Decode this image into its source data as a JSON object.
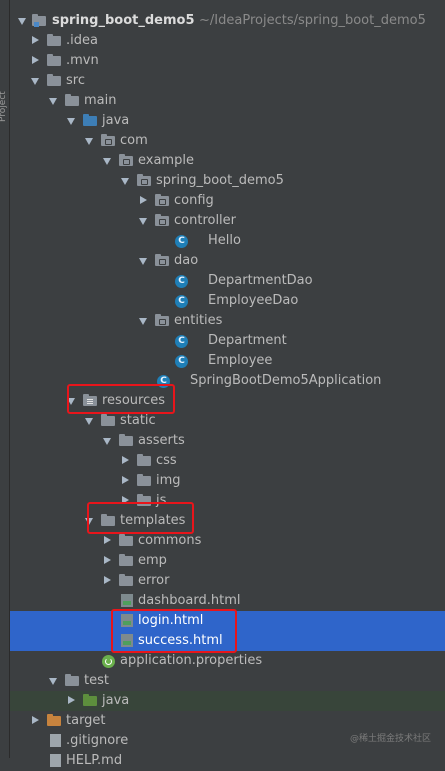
{
  "window": {
    "panel_title": "Project"
  },
  "tree": {
    "root_name": "spring_boot_demo5",
    "root_path": "~/IdeaProjects/spring_boot_demo5",
    "nodes": {
      "idea": ".idea",
      "mvn": ".mvn",
      "src": "src",
      "main": "main",
      "java": "java",
      "com": "com",
      "example": "example",
      "pkg": "spring_boot_demo5",
      "config": "config",
      "controller": "controller",
      "hello": "Hello",
      "dao": "dao",
      "department_dao": "DepartmentDao",
      "employee_dao": "EmployeeDao",
      "entities": "entities",
      "department": "Department",
      "employee": "Employee",
      "app": "SpringBootDemo5Application",
      "resources": "resources",
      "static": "static",
      "asserts": "asserts",
      "css": "css",
      "img": "img",
      "js": "js",
      "templates": "templates",
      "commons": "commons",
      "emp": "emp",
      "error": "error",
      "dashboard": "dashboard.html",
      "login": "login.html",
      "success": "success.html",
      "app_props": "application.properties",
      "test": "test",
      "test_java": "java",
      "target": "target",
      "gitignore": ".gitignore",
      "help": "HELP.md"
    }
  },
  "watermark": "@稀土掘金技术社区",
  "colors": {
    "selection": "#2f65ca",
    "highlight_box": "#e8151b",
    "test_bg": "#38453a"
  }
}
